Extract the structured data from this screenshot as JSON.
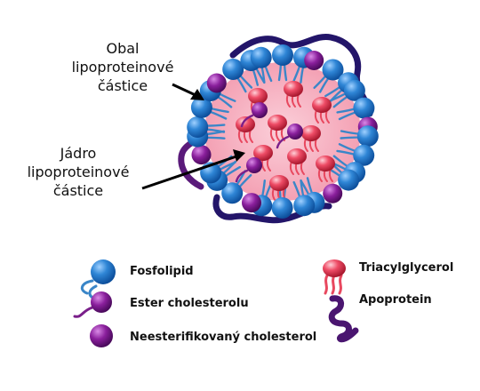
{
  "callouts": {
    "shell": [
      "Obal",
      "lipoproteinové",
      "částice"
    ],
    "core": [
      "Jádro",
      "lipoproteinové",
      "částice"
    ]
  },
  "legend": {
    "phospholipid": "Fosfolipid",
    "cholesteryl_ester": "Ester cholesterolu",
    "free_cholesterol": "Neesterifikovaný cholesterol",
    "triacylglycerol": "Triacylglycerol",
    "apoprotein": "Apoprotein"
  },
  "colors": {
    "phospholipid_head": "#2a7fd0",
    "phospholipid_tail": "#3a86c8",
    "cholesterol": "#7a1f8a",
    "triacylglycerol": "#e8485f",
    "core_fill": "#f6b3c1",
    "apoprotein": "#2a1a78",
    "apoprotein_legend": "#4a1570"
  }
}
